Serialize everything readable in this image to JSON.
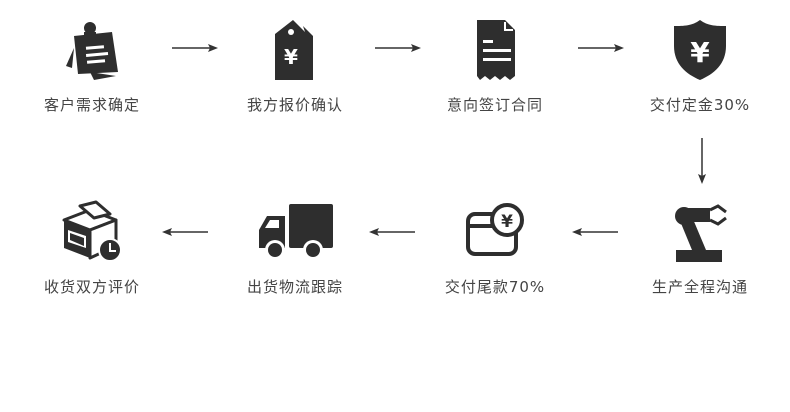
{
  "diagram": {
    "type": "process-flow",
    "colors": {
      "icon": "#2e2e2e",
      "text": "#444444",
      "arrow": "#333333",
      "background": "#ffffff"
    },
    "steps": [
      {
        "id": 1,
        "label": "客户需求确定",
        "icon": "sticky-note-icon"
      },
      {
        "id": 2,
        "label": "我方报价确认",
        "icon": "price-tag-yen-icon"
      },
      {
        "id": 3,
        "label": "意向签订合同",
        "icon": "receipt-document-icon"
      },
      {
        "id": 4,
        "label": "交付定金30%",
        "icon": "shield-yen-icon"
      },
      {
        "id": 5,
        "label": "生产全程沟通",
        "icon": "robot-arm-icon"
      },
      {
        "id": 6,
        "label": "交付尾款70%",
        "icon": "card-yen-icon"
      },
      {
        "id": 7,
        "label": "出货物流跟踪",
        "icon": "truck-icon"
      },
      {
        "id": 8,
        "label": "收货双方评价",
        "icon": "box-clock-icon"
      }
    ],
    "connections": [
      {
        "from": 1,
        "to": 2,
        "direction": "right"
      },
      {
        "from": 2,
        "to": 3,
        "direction": "right"
      },
      {
        "from": 3,
        "to": 4,
        "direction": "right"
      },
      {
        "from": 4,
        "to": 5,
        "direction": "down"
      },
      {
        "from": 5,
        "to": 6,
        "direction": "left"
      },
      {
        "from": 6,
        "to": 7,
        "direction": "left"
      },
      {
        "from": 7,
        "to": 8,
        "direction": "left"
      }
    ]
  }
}
